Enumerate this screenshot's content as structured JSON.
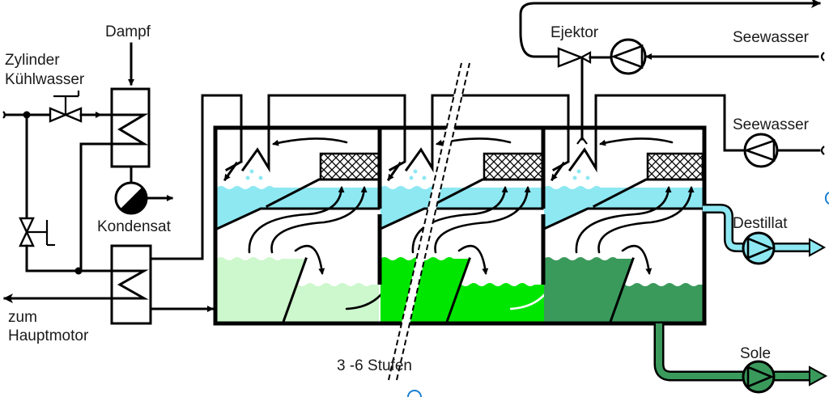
{
  "title": "Mehrstufige Entspannungsverdampfer-Anlage (Frischwassererzeuger)",
  "labels": {
    "dampf": "Dampf",
    "zylinder": "Zylinder",
    "kuehlwasser": "Kühlwasser",
    "kondensat": "Kondensat",
    "zum": "zum",
    "hauptmotor": "Hauptmotor",
    "ejektor": "Ejektor",
    "seewasser_top": "Seewasser",
    "seewasser_mid": "Seewasser",
    "destillat": "Destillat",
    "sole": "Sole",
    "stufen": "3 -6 Stufen"
  },
  "stages": [
    {
      "name": "stage-1",
      "brine_color": "#cdf7cd"
    },
    {
      "name": "stage-2",
      "brine_color": "#00e600"
    },
    {
      "name": "stage-3",
      "brine_color": "#3a9a5c"
    }
  ],
  "colors": {
    "distillate": "#8ee8f2",
    "brine_outlet": "#3a9a5c",
    "line": "#000000",
    "marker": "#1a7fd1"
  },
  "icons": [
    "valve-icon",
    "heat-exchanger-icon",
    "steam-trap-icon",
    "pump-icon",
    "ejector-icon",
    "demister-icon"
  ]
}
